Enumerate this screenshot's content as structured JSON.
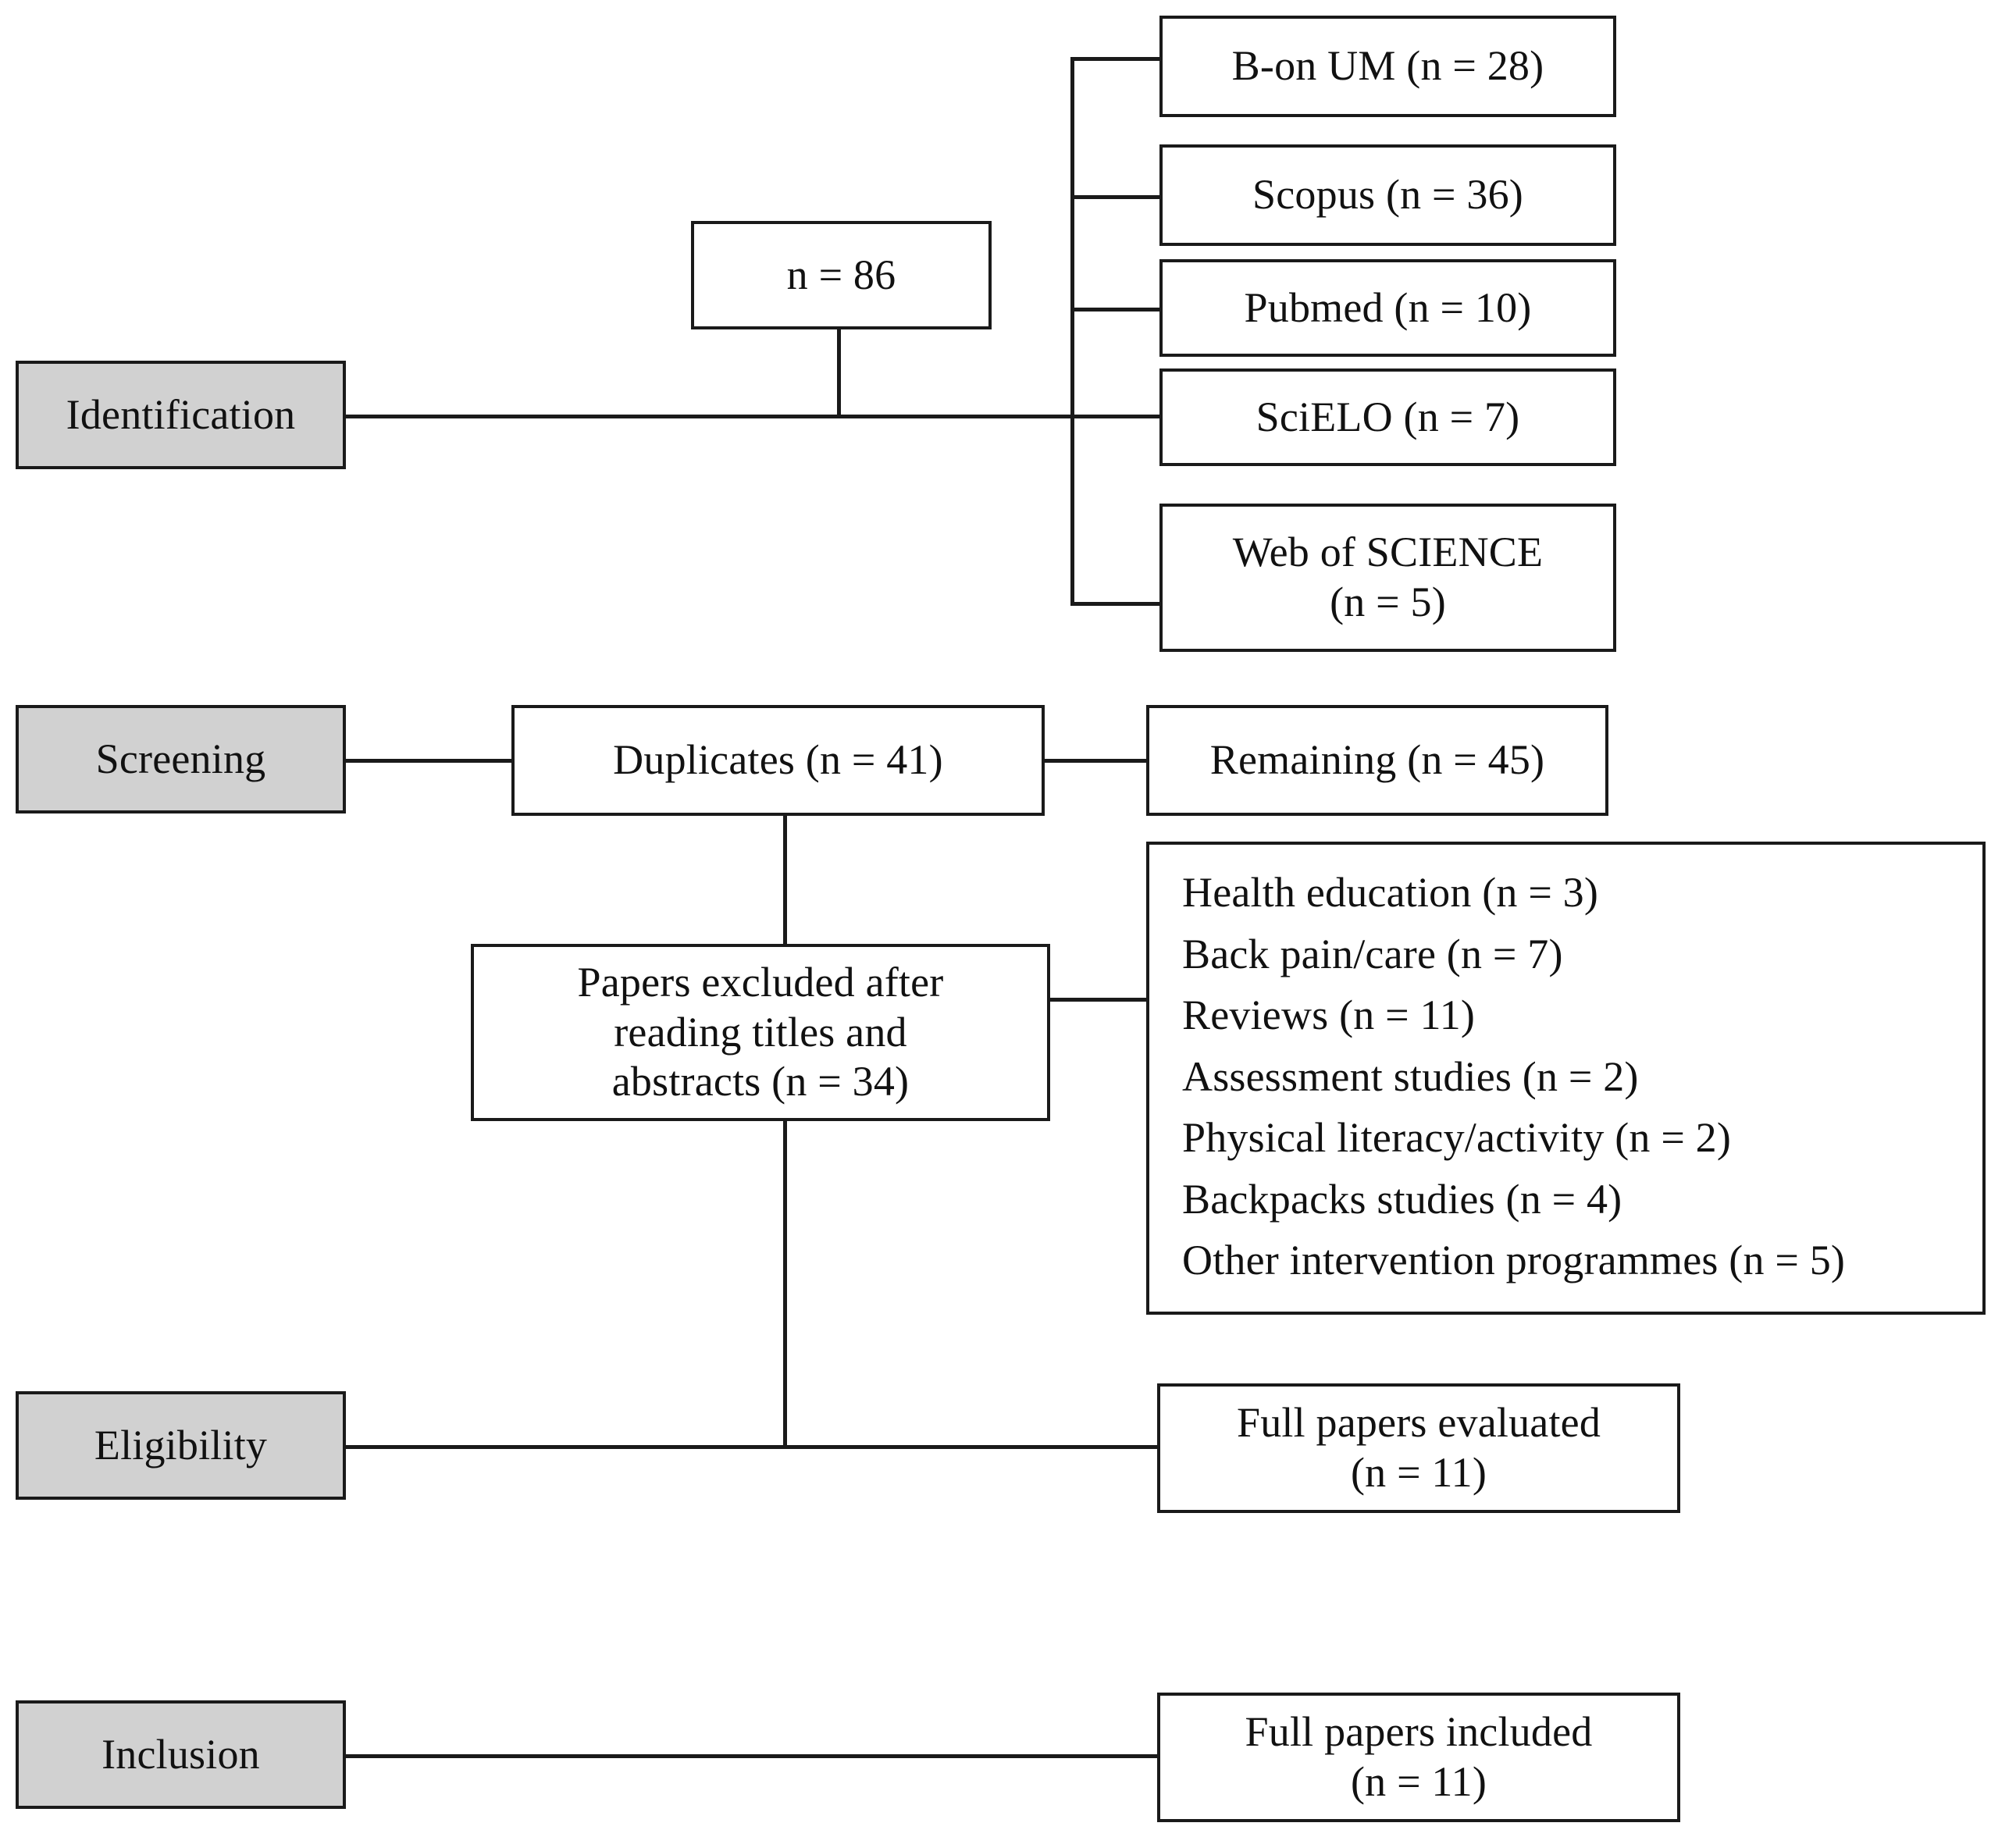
{
  "diagram": {
    "type": "prisma-flow-diagram",
    "stages": [
      {
        "key": "identification",
        "label": "Identification"
      },
      {
        "key": "screening",
        "label": "Screening"
      },
      {
        "key": "eligibility",
        "label": "Eligibility"
      },
      {
        "key": "inclusion",
        "label": "Inclusion"
      }
    ],
    "identification": {
      "total_box": "n = 86",
      "sources": [
        {
          "label": "B-on UM (n = 28)",
          "name": "B-on UM",
          "n": 28
        },
        {
          "label": "Scopus (n = 36)",
          "name": "Scopus",
          "n": 36
        },
        {
          "label": "Pubmed (n = 10)",
          "name": "Pubmed",
          "n": 10
        },
        {
          "label": "SciELO (n = 7)",
          "name": "SciELO",
          "n": 7
        },
        {
          "label_line1": "Web of SCIENCE",
          "label_line2": "(n = 5)",
          "name": "Web of SCIENCE",
          "n": 5
        }
      ]
    },
    "screening": {
      "duplicates": "Duplicates (n = 41)",
      "remaining": "Remaining (n = 45)",
      "excluded": {
        "line1": "Papers excluded after",
        "line2": "reading titles and",
        "line3": "abstracts (n = 34)"
      },
      "exclusion_reasons": [
        "Health education (n = 3)",
        "Back pain/care (n = 7)",
        "Reviews (n = 11)",
        "Assessment studies (n = 2)",
        "Physical literacy/activity (n = 2)",
        "Backpacks studies (n = 4)",
        "Other intervention programmes (n = 5)"
      ]
    },
    "eligibility": {
      "full_papers_evaluated_line1": "Full papers evaluated",
      "full_papers_evaluated_line2": "(n = 11)"
    },
    "inclusion": {
      "full_papers_included_line1": "Full papers included",
      "full_papers_included_line2": "(n = 11)"
    },
    "colors": {
      "stage_fill": "#d1d1d1",
      "border": "#1a1a1a",
      "box_fill": "#ffffff",
      "text": "#111111"
    }
  }
}
